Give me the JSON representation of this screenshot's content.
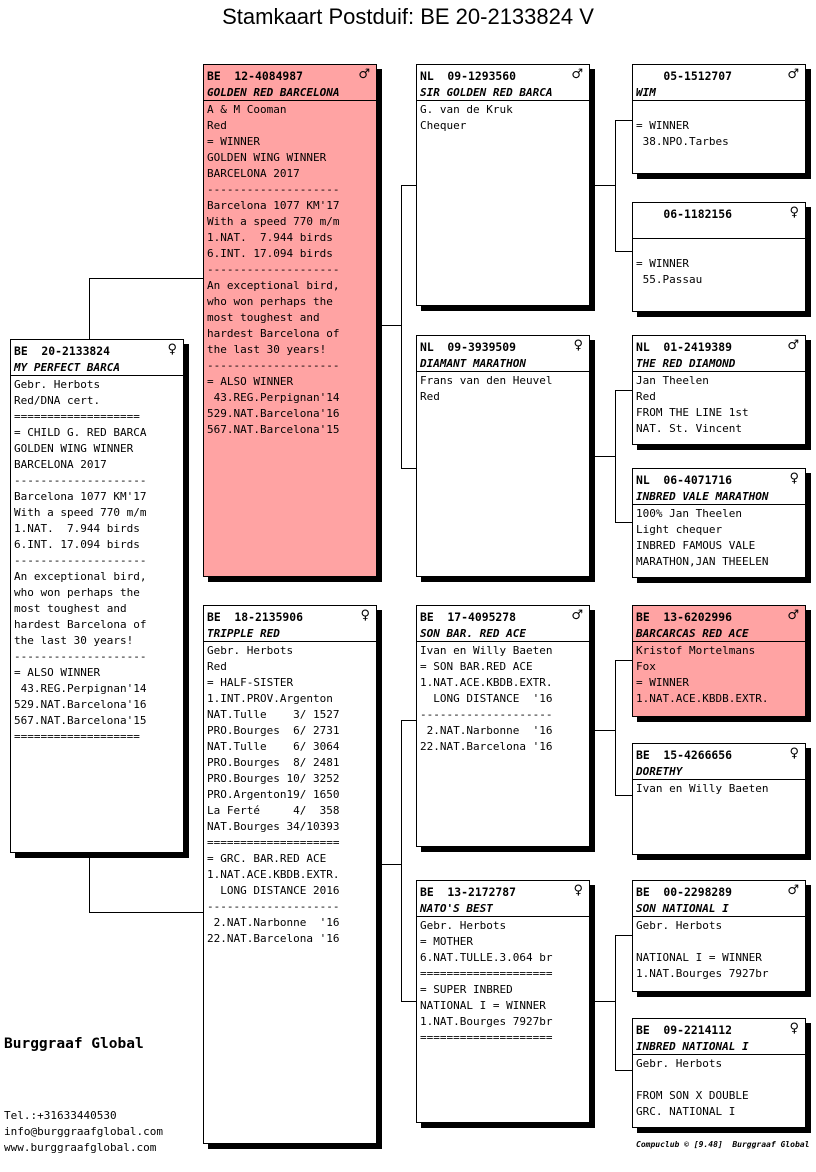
{
  "title": "Stamkaart Postduif: BE  20-2133824 V",
  "brand": "Burggraaf Global",
  "contact": {
    "tel": "Tel.:+31633440530",
    "email": "info@burggraafglobal.com",
    "web": "www.burggraafglobal.com"
  },
  "footer": "Compuclub © [9.48]  Burggraaf Global",
  "cards": {
    "subject": {
      "ring": "BE  20-2133824",
      "sex": "♀",
      "name": "MY PERFECT BARCA",
      "body": "Gebr. Herbots\nRed/DNA cert.\n===================\n= CHILD G. RED BARCA\nGOLDEN WING WINNER\nBARCELONA 2017\n--------------------\nBarcelona 1077 KM'17\nWith a speed 770 m/m\n1.NAT.  7.944 birds\n6.INT. 17.094 birds\n--------------------\nAn exceptional bird,\nwho won perhaps the\nmost toughest and\nhardest Barcelona of\nthe last 30 years!\n--------------------\n= ALSO WINNER\n 43.REG.Perpignan'14\n529.NAT.Barcelona'16\n567.NAT.Barcelona'15\n==================="
    },
    "father": {
      "ring": "BE  12-4084987",
      "sex": "♂",
      "name": "GOLDEN RED BARCELONA",
      "body": "A & M Cooman\nRed\n= WINNER\nGOLDEN WING WINNER\nBARCELONA 2017\n--------------------\nBarcelona 1077 KM'17\nWith a speed 770 m/m\n1.NAT.  7.944 birds\n6.INT. 17.094 birds\n--------------------\nAn exceptional bird,\nwho won perhaps the\nmost toughest and\nhardest Barcelona of\nthe last 30 years!\n--------------------\n= ALSO WINNER\n 43.REG.Perpignan'14\n529.NAT.Barcelona'16\n567.NAT.Barcelona'15"
    },
    "mother": {
      "ring": "BE  18-2135906",
      "sex": "♀",
      "name": "TRIPPLE RED",
      "body": "Gebr. Herbots\nRed\n= HALF-SISTER\n1.INT.PROV.Argenton\nNAT.Tulle    3/ 1527\nPRO.Bourges  6/ 2731\nNAT.Tulle    6/ 3064\nPRO.Bourges  8/ 2481\nPRO.Bourges 10/ 3252\nPRO.Argenton19/ 1650\nLa Ferté     4/  358\nNAT.Bourges 34/10393\n====================\n= GRC. BAR.RED ACE\n1.NAT.ACE.KBDB.EXTR.\n  LONG DISTANCE 2016\n--------------------\n 2.NAT.Narbonne  '16\n22.NAT.Barcelona '16"
    },
    "ff": {
      "ring": "NL  09-1293560",
      "sex": "♂",
      "name": "SIR GOLDEN RED BARCA",
      "body": "G. van de Kruk\nChequer"
    },
    "fm": {
      "ring": "NL  09-3939509",
      "sex": "♀",
      "name": "DIAMANT MARATHON",
      "body": "Frans van den Heuvel\nRed"
    },
    "mf": {
      "ring": "BE  17-4095278",
      "sex": "♂",
      "name": "SON BAR. RED ACE",
      "body": "Ivan en Willy Baeten\n= SON BAR.RED ACE\n1.NAT.ACE.KBDB.EXTR.\n  LONG DISTANCE  '16\n--------------------\n 2.NAT.Narbonne  '16\n22.NAT.Barcelona '16"
    },
    "mm": {
      "ring": "BE  13-2172787",
      "sex": "♀",
      "name": "NATO'S BEST",
      "body": "Gebr. Herbots\n= MOTHER\n6.NAT.TULLE.3.064 br\n====================\n= SUPER INBRED\nNATIONAL I = WINNER\n1.NAT.Bourges 7927br\n===================="
    },
    "fff": {
      "ring": "    05-1512707",
      "sex": "♂",
      "name": "WIM",
      "body": "\n= WINNER\n 38.NPO.Tarbes"
    },
    "ffm": {
      "ring": "    06-1182156",
      "sex": "♀",
      "name": "",
      "body": "\n= WINNER\n 55.Passau"
    },
    "fmf": {
      "ring": "NL  01-2419389",
      "sex": "♂",
      "name": "THE RED DIAMOND",
      "body": "Jan Theelen\nRed\nFROM THE LINE 1st\nNAT. St. Vincent"
    },
    "fmm": {
      "ring": "NL  06-4071716",
      "sex": "♀",
      "name": "INBRED VALE MARATHON",
      "body": "100% Jan Theelen\nLight chequer\nINBRED FAMOUS VALE\nMARATHON,JAN THEELEN"
    },
    "mff": {
      "ring": "BE  13-6202996",
      "sex": "♂",
      "name": "BARCARCAS RED ACE",
      "body": "Kristof Mortelmans\nFox\n= WINNER\n1.NAT.ACE.KBDB.EXTR."
    },
    "mfm": {
      "ring": "BE  15-4266656",
      "sex": "♀",
      "name": "DORETHY",
      "body": "Ivan en Willy Baeten"
    },
    "mmf": {
      "ring": "BE  00-2298289",
      "sex": "♂",
      "name": "SON NATIONAL I",
      "body": "Gebr. Herbots\n\nNATIONAL I = WINNER\n1.NAT.Bourges 7927br"
    },
    "mmm": {
      "ring": "BE  09-2214112",
      "sex": "♀",
      "name": "INBRED NATIONAL I",
      "body": "Gebr. Herbots\n\nFROM SON X DOUBLE\nGRC. NATIONAL I"
    }
  },
  "colors": {
    "highlight": "#ffa3a3"
  }
}
